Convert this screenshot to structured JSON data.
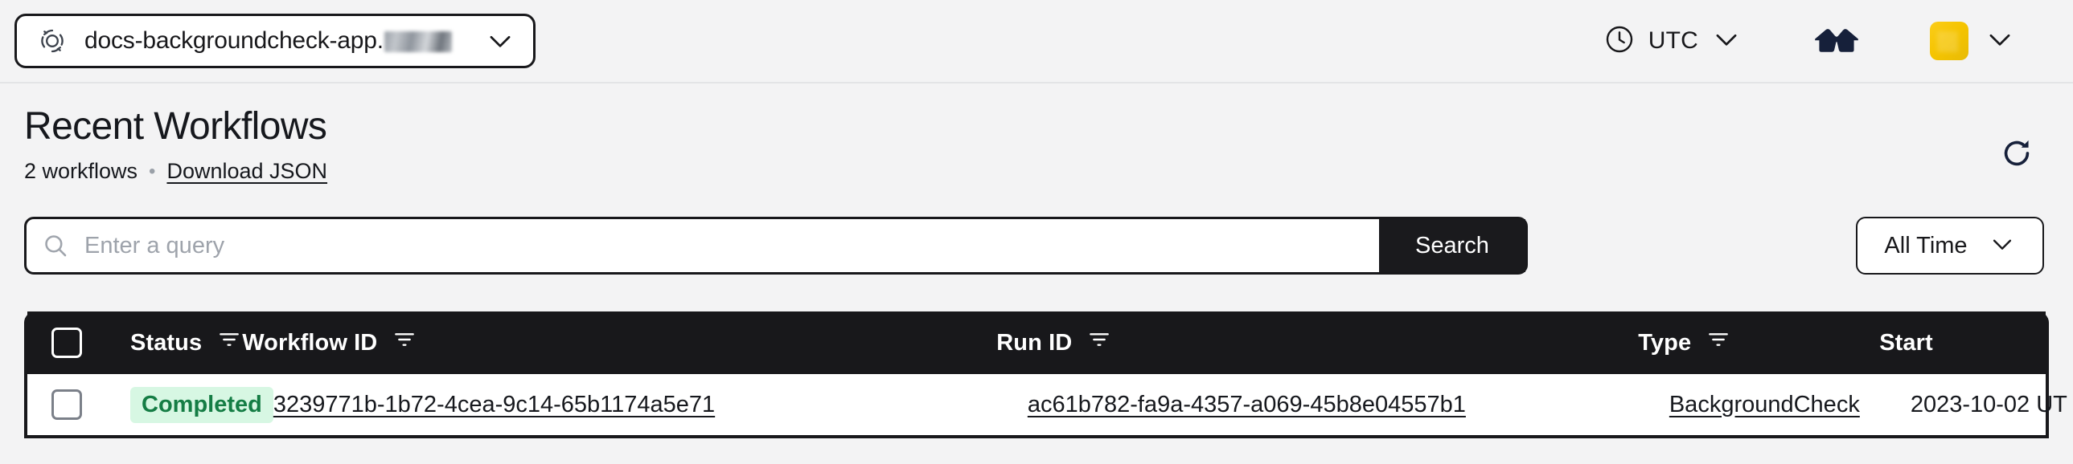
{
  "header": {
    "namespace_icon": "namespace-circular-arrows-icon",
    "namespace_name": "docs-backgroundcheck-app.",
    "namespace_chevron": "chevron-down-icon",
    "timezone_icon": "clock-icon",
    "timezone_label": "UTC",
    "timezone_chevron": "chevron-down-icon",
    "glasses_icon": "3d-glasses-icon",
    "avatar_color": "#f5c400",
    "avatar_chevron": "chevron-down-icon"
  },
  "page": {
    "title": "Recent Workflows",
    "workflow_count_label": "2 workflows",
    "separator": "•",
    "download_json_label": "Download JSON",
    "refresh_icon": "refresh-icon"
  },
  "search": {
    "icon": "search-icon",
    "placeholder": "Enter a query",
    "value": "",
    "button_label": "Search"
  },
  "time_filter": {
    "selected": "All Time",
    "chevron": "chevron-down-icon"
  },
  "table": {
    "select_all_checkbox": "checkbox-unchecked",
    "columns": [
      {
        "label": "Status",
        "filter_icon": "filter-icon",
        "has_filter": true
      },
      {
        "label": "Workflow ID",
        "filter_icon": "filter-icon",
        "has_filter": true
      },
      {
        "label": "Run ID",
        "filter_icon": "filter-icon",
        "has_filter": true
      },
      {
        "label": "Type",
        "filter_icon": "filter-icon",
        "has_filter": true
      },
      {
        "label": "Start",
        "filter_icon": "",
        "has_filter": false
      }
    ],
    "rows": [
      {
        "checkbox": "checkbox-unchecked",
        "status": "Completed",
        "status_color": "#157d45",
        "status_bg": "#d7f7e3",
        "workflow_id": "3239771b-1b72-4cea-9c14-65b1174a5e71",
        "run_id": "ac61b782-fa9a-4357-a069-45b8e04557b1",
        "type": "BackgroundCheck",
        "start": "2023-10-02 UT"
      }
    ]
  }
}
